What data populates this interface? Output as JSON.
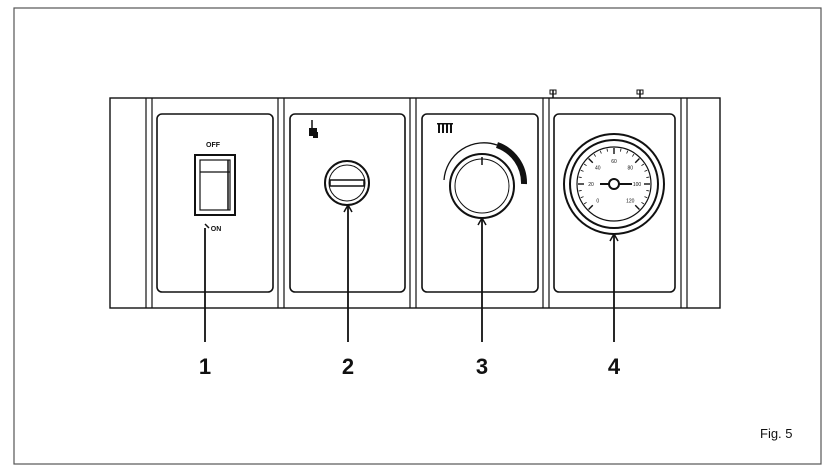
{
  "figure_label": "Fig. 5",
  "colors": {
    "ink": "#111111",
    "panel_fill": "#ffffff",
    "frame": "#555555"
  },
  "switch": {
    "off_label": "OFF",
    "on_label": "ON"
  },
  "gauge": {
    "scale_labels": [
      "0",
      "20",
      "40",
      "60",
      "80",
      "100",
      "120"
    ]
  },
  "icons": {
    "panel2": "hot-water-tap-icon",
    "panel3": "radiator-heating-icon"
  },
  "callouts": [
    "1",
    "2",
    "3",
    "4"
  ]
}
